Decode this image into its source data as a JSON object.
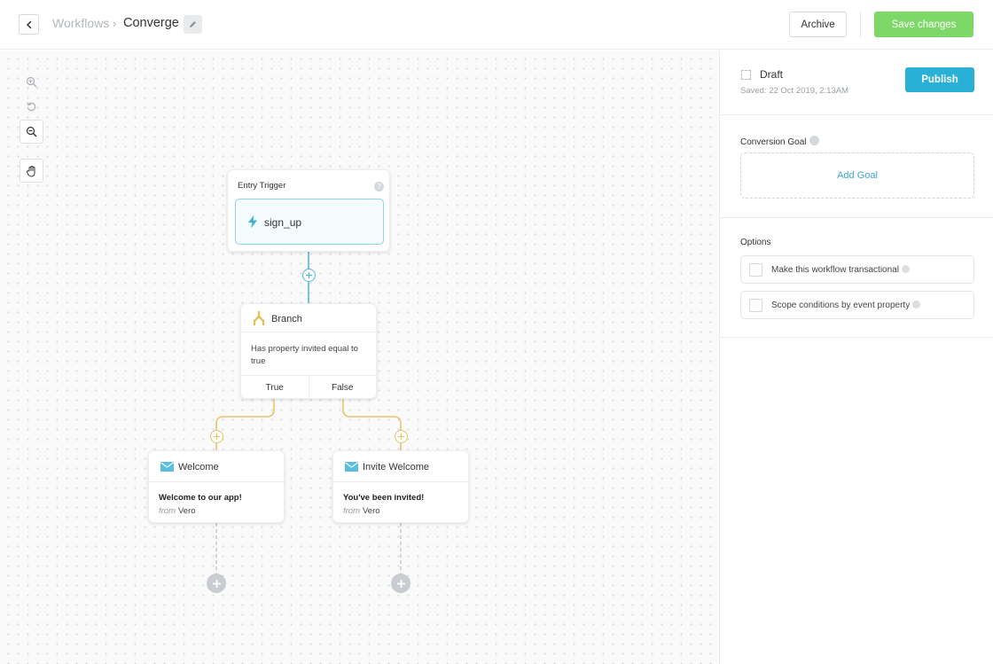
{
  "header": {
    "breadcrumb_root": "Workflows",
    "breadcrumb_separator": "›",
    "workflow_name": "Converge",
    "archive_label": "Archive",
    "save_label": "Save changes"
  },
  "canvas": {
    "tools": [
      {
        "icon": "zoom-in-icon"
      },
      {
        "icon": "reset-icon"
      },
      {
        "icon": "zoom-out-icon"
      },
      {
        "icon": "hand-icon"
      }
    ],
    "entry": {
      "title": "Entry Trigger",
      "help": "?",
      "event": "sign_up",
      "icon": "lightning-icon"
    },
    "branch": {
      "title": "Branch",
      "icon": "branch-icon",
      "description": "Has property invited equal to true",
      "true_label": "True",
      "false_label": "False"
    },
    "emails": [
      {
        "title": "Welcome",
        "subject": "Welcome to our app!",
        "from_prefix": "from",
        "from_name": "Vero",
        "icon": "envelope-icon"
      },
      {
        "title": "Invite Welcome",
        "subject": "You've been invited!",
        "from_prefix": "from",
        "from_name": "Vero",
        "icon": "envelope-icon"
      }
    ]
  },
  "panel": {
    "status": "Draft",
    "saved": "Saved: 22 Oct 2019, 2:13AM",
    "publish_label": "Publish",
    "conversion_goal_title": "Conversion Goal",
    "add_goal_label": "Add Goal",
    "options_title": "Options",
    "options": [
      {
        "label": "Make this workflow transactional",
        "checked": false
      },
      {
        "label": "Scope conditions by event property",
        "checked": false
      }
    ]
  },
  "colors": {
    "save_green": "#7ed867",
    "publish_blue": "#29b0d6",
    "trigger_line": "#4fb8d9",
    "branch_line": "#e6c56a",
    "email_icon": "#5bbcdb"
  }
}
